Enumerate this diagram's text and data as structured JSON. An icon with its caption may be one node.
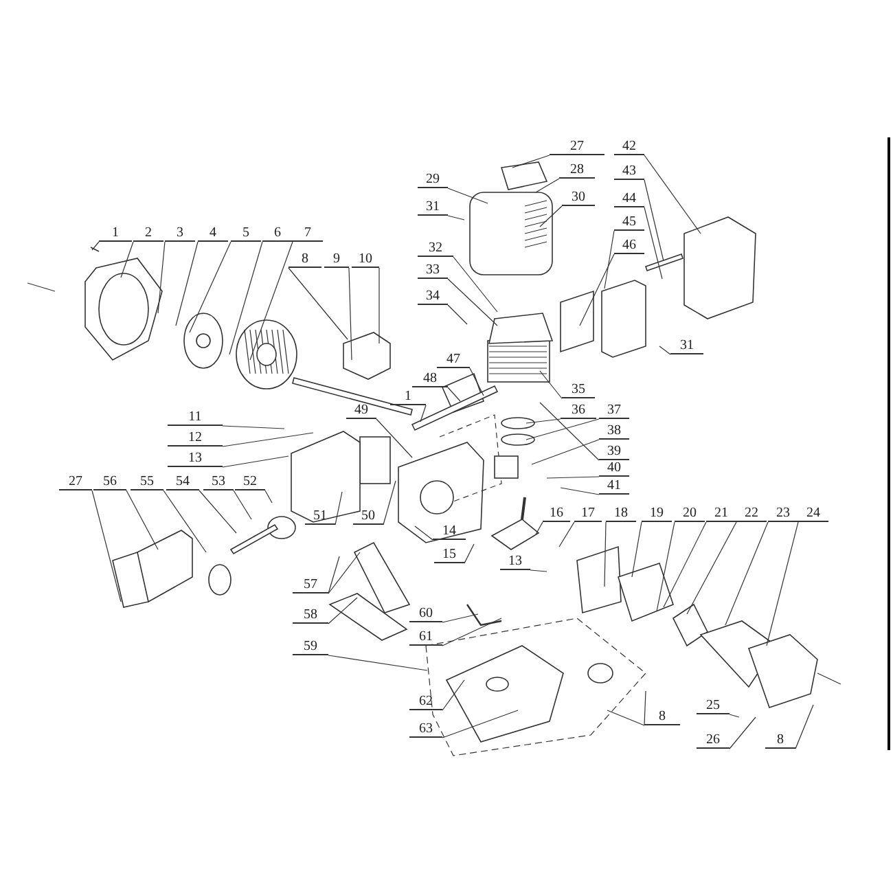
{
  "diagram": {
    "nodes": [
      {
        "text": [
          "1"
        ]
      },
      {
        "text": [
          "2"
        ]
      },
      {
        "text": [
          "3"
        ]
      },
      {
        "text": [
          "4"
        ]
      },
      {
        "text": [
          "5"
        ]
      },
      {
        "text": [
          "6"
        ]
      },
      {
        "text": [
          "7"
        ]
      },
      {
        "text": [
          "8"
        ]
      },
      {
        "text": [
          "9"
        ]
      },
      {
        "text": [
          "10"
        ]
      },
      {
        "text": [
          "11"
        ]
      },
      {
        "text": [
          "12"
        ]
      },
      {
        "text": [
          "13"
        ]
      },
      {
        "text": [
          "27"
        ]
      },
      {
        "text": [
          "56"
        ]
      },
      {
        "text": [
          "55"
        ]
      },
      {
        "text": [
          "54"
        ]
      },
      {
        "text": [
          "53"
        ]
      },
      {
        "text": [
          "52"
        ]
      },
      {
        "text": [
          "51"
        ]
      },
      {
        "text": [
          "50"
        ]
      },
      {
        "text": [
          "49"
        ]
      },
      {
        "text": [
          "1"
        ]
      },
      {
        "text": [
          "48"
        ]
      },
      {
        "text": [
          "47"
        ]
      },
      {
        "text": [
          "31"
        ]
      },
      {
        "text": [
          "29"
        ]
      },
      {
        "text": [
          "32"
        ]
      },
      {
        "text": [
          "33"
        ]
      },
      {
        "text": [
          "34"
        ]
      },
      {
        "text": [
          "27"
        ]
      },
      {
        "text": [
          "28"
        ]
      },
      {
        "text": [
          "30"
        ]
      },
      {
        "text": [
          "35"
        ]
      },
      {
        "text": [
          "36"
        ]
      },
      {
        "text": [
          "37"
        ]
      },
      {
        "text": [
          "38"
        ]
      },
      {
        "text": [
          "39"
        ]
      },
      {
        "text": [
          "40"
        ]
      },
      {
        "text": [
          "41"
        ]
      },
      {
        "text": [
          "42"
        ]
      },
      {
        "text": [
          "43"
        ]
      },
      {
        "text": [
          "44"
        ]
      },
      {
        "text": [
          "45"
        ]
      },
      {
        "text": [
          "46"
        ]
      },
      {
        "text": [
          "31"
        ]
      },
      {
        "text": [
          "14"
        ]
      },
      {
        "text": [
          "15"
        ]
      },
      {
        "text": [
          "16"
        ]
      },
      {
        "text": [
          "17"
        ]
      },
      {
        "text": [
          "13"
        ]
      },
      {
        "text": [
          "18"
        ]
      },
      {
        "text": [
          "19"
        ]
      },
      {
        "text": [
          "20"
        ]
      },
      {
        "text": [
          "21"
        ]
      },
      {
        "text": [
          "22"
        ]
      },
      {
        "text": [
          "23"
        ]
      },
      {
        "text": [
          "24"
        ]
      },
      {
        "text": [
          "57"
        ]
      },
      {
        "text": [
          "58"
        ]
      },
      {
        "text": [
          "59"
        ]
      },
      {
        "text": [
          "60"
        ]
      },
      {
        "text": [
          "61"
        ]
      },
      {
        "text": [
          "62"
        ]
      },
      {
        "text": [
          "63"
        ]
      },
      {
        "text": [
          "8"
        ]
      },
      {
        "text": [
          "25"
        ]
      },
      {
        "text": [
          "26"
        ]
      },
      {
        "text": [
          "8"
        ]
      }
    ],
    "edges": [
      {
        "from": 0,
        "to": null,
        "arrow": "none"
      },
      {
        "from": 1,
        "to": null,
        "arrow": "none"
      },
      {
        "from": 2,
        "to": null,
        "arrow": "none"
      },
      {
        "from": 3,
        "to": null,
        "arrow": "none"
      },
      {
        "from": 4,
        "to": null,
        "arrow": "none"
      },
      {
        "from": 5,
        "to": null,
        "arrow": "none"
      },
      {
        "from": 6,
        "to": null,
        "arrow": "none"
      },
      {
        "from": 7,
        "to": null,
        "arrow": "none"
      },
      {
        "from": 8,
        "to": null,
        "arrow": "none"
      },
      {
        "from": 9,
        "to": null,
        "arrow": "none"
      },
      {
        "from": 10,
        "to": null,
        "arrow": "none"
      },
      {
        "from": 11,
        "to": null,
        "arrow": "none"
      },
      {
        "from": 12,
        "to": null,
        "arrow": "none"
      },
      {
        "from": 13,
        "to": null,
        "arrow": "none"
      },
      {
        "from": 14,
        "to": null,
        "arrow": "none"
      },
      {
        "from": 15,
        "to": null,
        "arrow": "none"
      },
      {
        "from": 16,
        "to": null,
        "arrow": "none"
      },
      {
        "from": 17,
        "to": null,
        "arrow": "none"
      },
      {
        "from": 18,
        "to": null,
        "arrow": "none"
      },
      {
        "from": 19,
        "to": null,
        "arrow": "none"
      },
      {
        "from": 20,
        "to": null,
        "arrow": "none"
      },
      {
        "from": 21,
        "to": null,
        "arrow": "none"
      },
      {
        "from": 22,
        "to": null,
        "arrow": "none"
      },
      {
        "from": 23,
        "to": null,
        "arrow": "none"
      },
      {
        "from": 24,
        "to": null,
        "arrow": "none"
      },
      {
        "from": 25,
        "to": null,
        "arrow": "none"
      },
      {
        "from": 26,
        "to": null,
        "arrow": "none"
      },
      {
        "from": 27,
        "to": null,
        "arrow": "none"
      },
      {
        "from": 28,
        "to": null,
        "arrow": "none"
      },
      {
        "from": 29,
        "to": null,
        "arrow": "none"
      },
      {
        "from": 30,
        "to": null,
        "arrow": "none"
      },
      {
        "from": 31,
        "to": null,
        "arrow": "none"
      },
      {
        "from": 32,
        "to": null,
        "arrow": "none"
      },
      {
        "from": 33,
        "to": null,
        "arrow": "none"
      },
      {
        "from": 34,
        "to": null,
        "arrow": "none"
      },
      {
        "from": 35,
        "to": null,
        "arrow": "none"
      },
      {
        "from": 36,
        "to": null,
        "arrow": "none"
      },
      {
        "from": 37,
        "to": null,
        "arrow": "none"
      },
      {
        "from": 38,
        "to": null,
        "arrow": "none"
      },
      {
        "from": 39,
        "to": null,
        "arrow": "none"
      },
      {
        "from": 40,
        "to": null,
        "arrow": "none"
      },
      {
        "from": 41,
        "to": null,
        "arrow": "none"
      },
      {
        "from": 42,
        "to": null,
        "arrow": "none"
      },
      {
        "from": 43,
        "to": null,
        "arrow": "none"
      },
      {
        "from": 44,
        "to": null,
        "arrow": "none"
      },
      {
        "from": 45,
        "to": null,
        "arrow": "none"
      },
      {
        "from": 46,
        "to": null,
        "arrow": "none"
      },
      {
        "from": 47,
        "to": null,
        "arrow": "none"
      },
      {
        "from": 48,
        "to": null,
        "arrow": "none"
      },
      {
        "from": 49,
        "to": null,
        "arrow": "none"
      },
      {
        "from": 50,
        "to": null,
        "arrow": "none"
      },
      {
        "from": 51,
        "to": null,
        "arrow": "none"
      },
      {
        "from": 52,
        "to": null,
        "arrow": "none"
      },
      {
        "from": 53,
        "to": null,
        "arrow": "none"
      },
      {
        "from": 54,
        "to": null,
        "arrow": "none"
      },
      {
        "from": 55,
        "to": null,
        "arrow": "none"
      },
      {
        "from": 56,
        "to": null,
        "arrow": "none"
      },
      {
        "from": 57,
        "to": null,
        "arrow": "none"
      },
      {
        "from": 58,
        "to": null,
        "arrow": "none"
      },
      {
        "from": 58,
        "to": null,
        "arrow": "none"
      },
      {
        "from": 59,
        "to": null,
        "arrow": "none"
      },
      {
        "from": 60,
        "to": null,
        "arrow": "none"
      },
      {
        "from": 61,
        "to": null,
        "arrow": "none"
      },
      {
        "from": 62,
        "to": null,
        "arrow": "none"
      },
      {
        "from": 63,
        "to": null,
        "arrow": "none"
      },
      {
        "from": 64,
        "to": null,
        "arrow": "none"
      },
      {
        "from": 65,
        "to": null,
        "arrow": "none"
      },
      {
        "from": 65,
        "to": null,
        "arrow": "none"
      },
      {
        "from": 66,
        "to": null,
        "arrow": "none"
      },
      {
        "from": 67,
        "to": null,
        "arrow": "none"
      },
      {
        "from": 68,
        "to": null,
        "arrow": "none"
      }
    ]
  }
}
